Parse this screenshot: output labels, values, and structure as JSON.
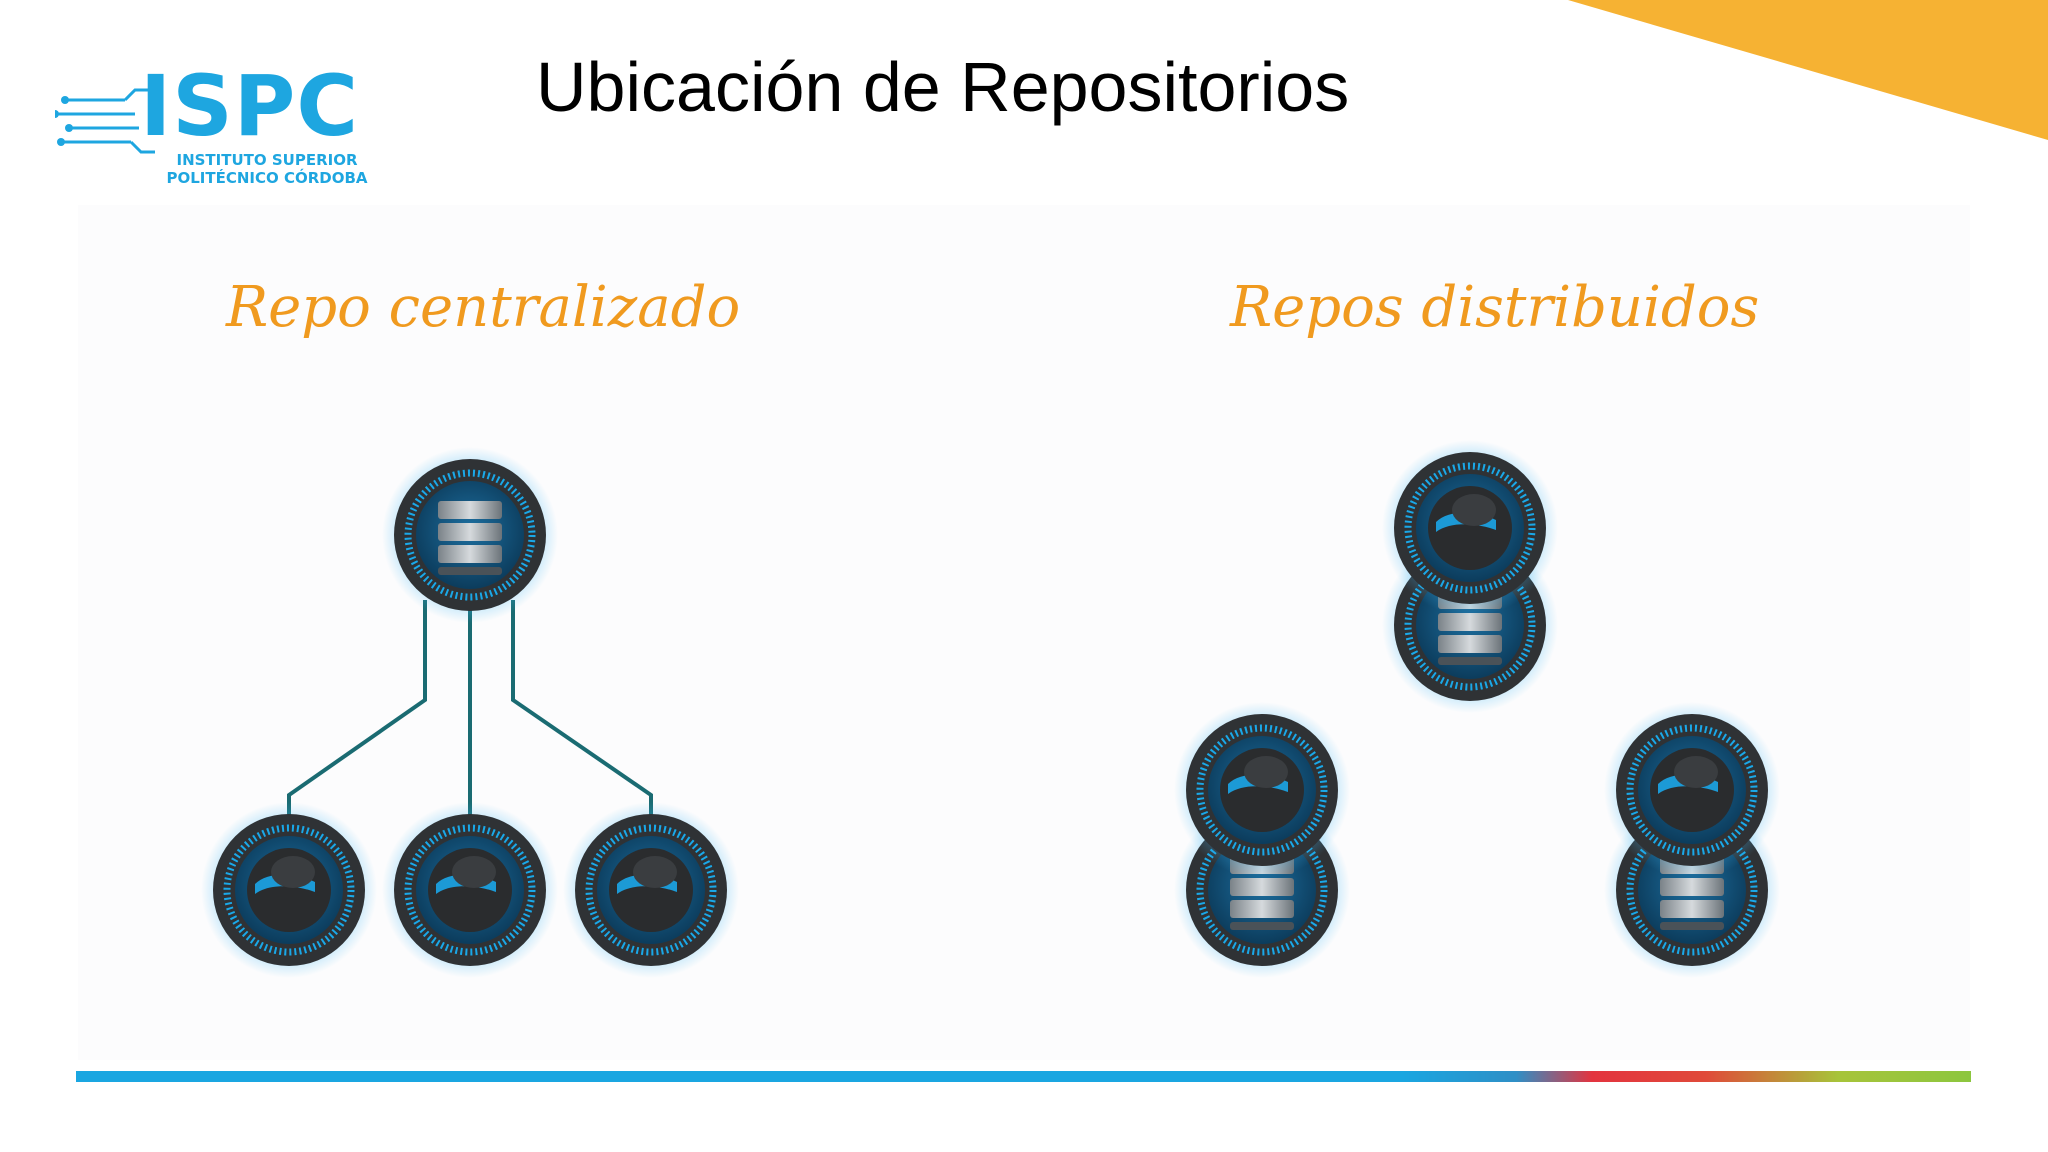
{
  "slide": {
    "title": "Ubicación de Repositorios"
  },
  "logo": {
    "wordmark": "ISPC",
    "line1": "INSTITUTO SUPERIOR",
    "line2": "POLITÉCNICO CÓRDOBA"
  },
  "sections": {
    "centralized": {
      "label": "Repo centralizado"
    },
    "distributed": {
      "label": "Repos distribuidos"
    }
  },
  "colors": {
    "title": "#000000",
    "section_label": "#f09a1f",
    "brand_blue": "#1ea6e0",
    "connector": "#1a6b72",
    "node_ring": "#1aa8e8",
    "corner_accent": "#f6b233"
  },
  "icons": {
    "server": "database-server-icon",
    "client": "user-client-icon"
  }
}
